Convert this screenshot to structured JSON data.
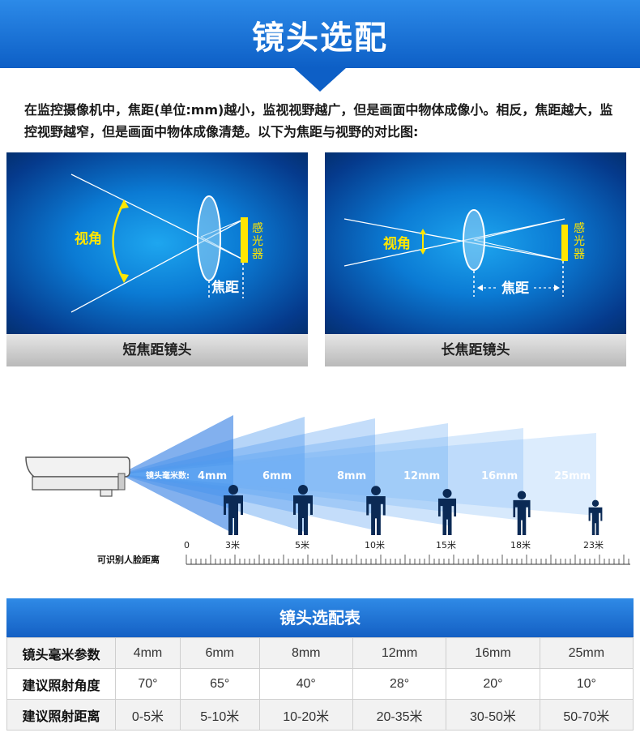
{
  "header": {
    "title": "镜头选配"
  },
  "intro": "在监控摄像机中，焦距(单位:mm)越小，监视视野越广，但是画面中物体成像小。相反，焦距越大，监控视野越窄，但是画面中物体成像清楚。以下为焦距与视野的对比图:",
  "panels": {
    "short": {
      "caption": "短焦距镜头",
      "angle_label": "视角",
      "focal_label": "焦距",
      "sensor_label": [
        "感",
        "光",
        "器"
      ]
    },
    "long": {
      "caption": "长焦距镜头",
      "angle_label": "视角",
      "focal_label": "焦距",
      "sensor_label": [
        "感",
        "光",
        "器"
      ]
    }
  },
  "fov": {
    "prefix_label": "镜头毫米数:",
    "lenses": [
      "4mm",
      "6mm",
      "8mm",
      "12mm",
      "16mm",
      "25mm"
    ],
    "distance_labels": [
      "0",
      "3米",
      "5米",
      "10米",
      "15米",
      "18米",
      "23米"
    ],
    "ruler_label": "可识别人脸距离"
  },
  "table": {
    "title": "镜头选配表",
    "rows": [
      {
        "header": "镜头毫米参数",
        "cells": [
          "4mm",
          "6mm",
          "8mm",
          "12mm",
          "16mm",
          "25mm"
        ]
      },
      {
        "header": "建议照射角度",
        "cells": [
          "70°",
          "65°",
          "40°",
          "28°",
          "20°",
          "10°"
        ]
      },
      {
        "header": "建议照射距离",
        "cells": [
          "0-5米",
          "5-10米",
          "10-20米",
          "20-35米",
          "30-50米",
          "50-70米"
        ]
      }
    ]
  },
  "colors": {
    "header_blue": "#1a6fd6",
    "accent_yellow": "#ffe600",
    "beam_blue": "#1c6fe0"
  }
}
